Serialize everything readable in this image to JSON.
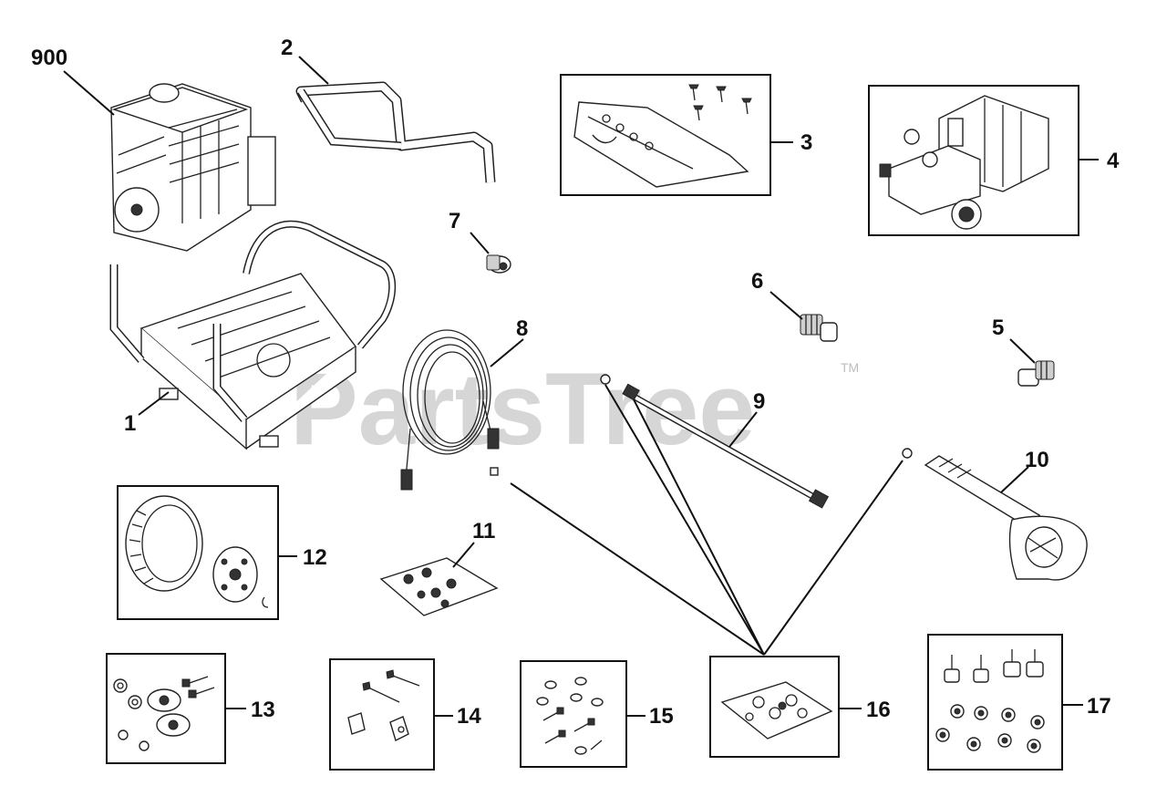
{
  "watermark": {
    "text": "PartsTree",
    "trademark": "TM"
  },
  "callouts": [
    {
      "id": "900",
      "label": "900"
    },
    {
      "id": "1",
      "label": "1"
    },
    {
      "id": "2",
      "label": "2"
    },
    {
      "id": "3",
      "label": "3"
    },
    {
      "id": "4",
      "label": "4"
    },
    {
      "id": "5",
      "label": "5"
    },
    {
      "id": "6",
      "label": "6"
    },
    {
      "id": "7",
      "label": "7"
    },
    {
      "id": "8",
      "label": "8"
    },
    {
      "id": "9",
      "label": "9"
    },
    {
      "id": "10",
      "label": "10"
    },
    {
      "id": "11",
      "label": "11"
    },
    {
      "id": "12",
      "label": "12"
    },
    {
      "id": "13",
      "label": "13"
    },
    {
      "id": "14",
      "label": "14"
    },
    {
      "id": "15",
      "label": "15"
    },
    {
      "id": "16",
      "label": "16"
    },
    {
      "id": "17",
      "label": "17"
    }
  ],
  "parts": [
    {
      "id": "900",
      "name": "engine-icon"
    },
    {
      "id": "1",
      "name": "frame-base-icon"
    },
    {
      "id": "2",
      "name": "handle-icon"
    },
    {
      "id": "3",
      "name": "shroud-kit-icon"
    },
    {
      "id": "4",
      "name": "pump-icon"
    },
    {
      "id": "5",
      "name": "fitting-icon"
    },
    {
      "id": "6",
      "name": "fitting-icon"
    },
    {
      "id": "7",
      "name": "fitting-icon"
    },
    {
      "id": "8",
      "name": "hose-icon"
    },
    {
      "id": "9",
      "name": "lance-icon"
    },
    {
      "id": "10",
      "name": "spray-gun-icon"
    },
    {
      "id": "11",
      "name": "hardware-kit-icon"
    },
    {
      "id": "12",
      "name": "wheel-kit-icon"
    },
    {
      "id": "13",
      "name": "hardware-kit-icon"
    },
    {
      "id": "14",
      "name": "hardware-kit-icon"
    },
    {
      "id": "15",
      "name": "hardware-kit-icon"
    },
    {
      "id": "16",
      "name": "o-ring-kit-icon"
    },
    {
      "id": "17",
      "name": "isolator-kit-icon"
    }
  ]
}
